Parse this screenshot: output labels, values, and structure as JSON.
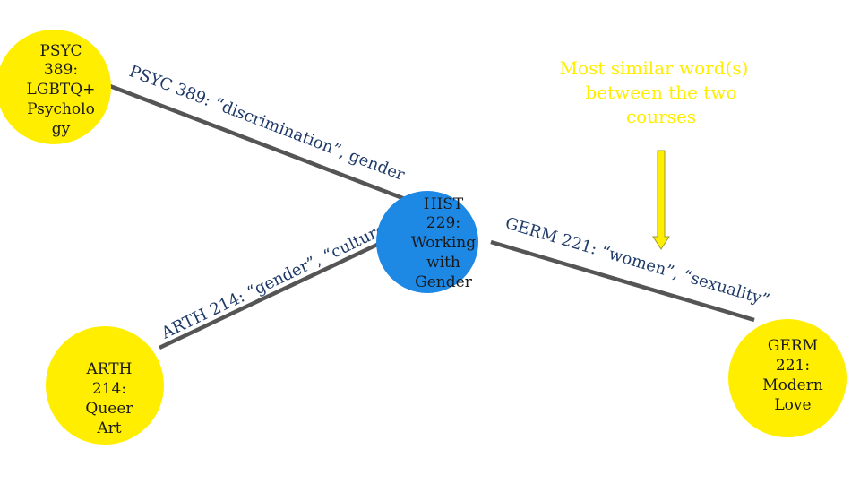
{
  "nodes": {
    "center": {
      "lines": [
        "HIST",
        "229:",
        "Working",
        "with",
        "Gender"
      ],
      "color": "#1e88e5"
    },
    "psyc": {
      "lines": [
        "PSYC",
        "389:",
        "LGBTQ+",
        "Psycholo",
        "gy"
      ],
      "color": "#ffee00"
    },
    "arth": {
      "lines": [
        "ARTH",
        "214:",
        "Queer",
        "Art"
      ],
      "color": "#ffee00"
    },
    "germ": {
      "lines": [
        "GERM",
        "221:",
        "Modern",
        "Love"
      ],
      "color": "#ffee00"
    }
  },
  "edges": {
    "psyc": {
      "label": "PSYC 389: “discrimination”, gender"
    },
    "arth": {
      "label": "ARTH 214: “gender”, “culture”"
    },
    "germ": {
      "label": "GERM 221: “women”, “sexuality”"
    }
  },
  "annotation": {
    "lines": [
      "Most similar word(s)",
      "between the two",
      "courses"
    ],
    "color": "#ffee00",
    "arrow_color": "#ffee00"
  },
  "colors": {
    "edge": "#555555",
    "edge_label": "#1f3a68"
  }
}
